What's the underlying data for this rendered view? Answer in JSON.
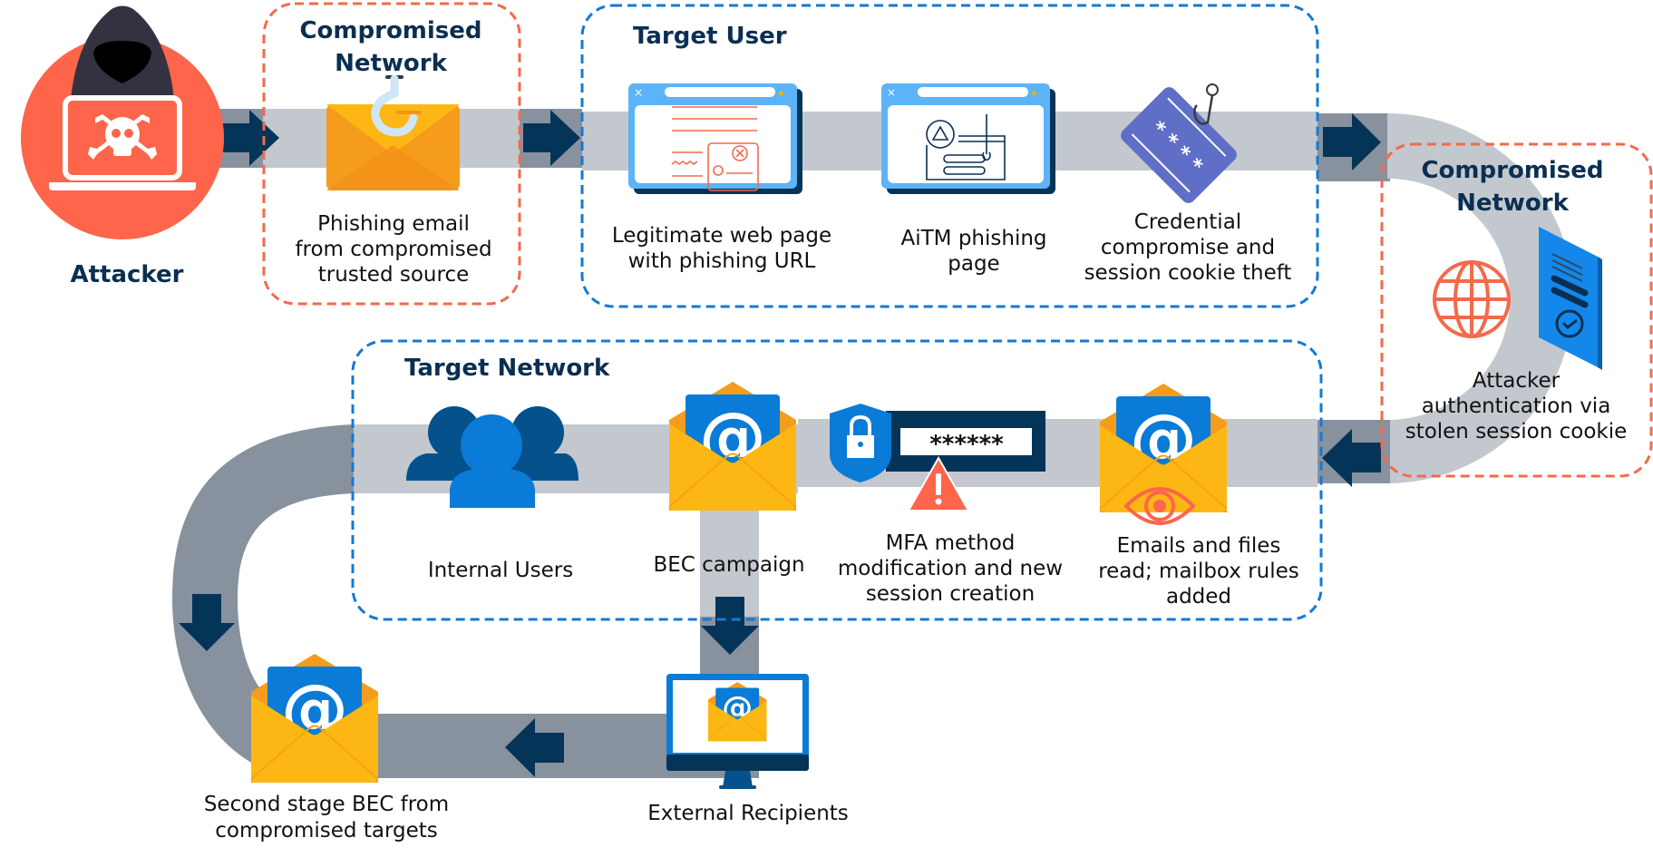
{
  "diagram": {
    "colors": {
      "band_light": "#c3c8cf",
      "band_dark": "#88919e",
      "arrow": "#053459",
      "compromised_border": "#f36a4c",
      "target_border": "#1479d4",
      "title_text": "#0b2f52",
      "label_text": "#111111",
      "attacker_red": "#fe654a",
      "envelope_yellow": "#fdb714",
      "envelope_orange": "#f59c1c",
      "mail_blue": "#0a7bd6"
    },
    "nodes": {
      "attacker": {
        "label": "Attacker",
        "icon": "hacker-laptop-skull-icon"
      },
      "phishing_email": {
        "label_lines": [
          "Phishing email",
          "from compromised",
          "trusted source"
        ],
        "icon": "envelope-hook-icon"
      },
      "legit_page": {
        "label_lines": [
          "Legitimate web page",
          "with phishing URL"
        ],
        "icon": "browser-document-icon"
      },
      "aitm_page": {
        "label_lines": [
          "AiTM phishing",
          "page"
        ],
        "icon": "browser-login-warning-icon"
      },
      "credential": {
        "label_lines": [
          "Credential",
          "compromise and",
          "session cookie theft"
        ],
        "icon": "password-card-hook-icon"
      },
      "attacker_auth": {
        "label_lines": [
          "Attacker",
          "authentication via",
          "stolen session cookie"
        ],
        "icon": "globe-document-check-icon"
      },
      "mailbox_read": {
        "label_lines": [
          "Emails and files",
          "read; mailbox rules",
          "added"
        ],
        "icon": "envelope-eye-icon"
      },
      "mfa_mod": {
        "label_lines": [
          "MFA method",
          "modification and new",
          "session creation"
        ],
        "icon": "shield-password-warning-icon",
        "password_mask": "******"
      },
      "bec_campaign": {
        "label": "BEC campaign",
        "icon": "envelope-at-icon"
      },
      "internal_users": {
        "label": "Internal Users",
        "icon": "users-group-icon"
      },
      "external_recipients": {
        "label": "External Recipients",
        "icon": "monitor-envelope-icon"
      },
      "second_stage": {
        "label_lines": [
          "Second stage BEC from",
          "compromised targets"
        ],
        "icon": "envelope-at-icon"
      }
    },
    "groups": {
      "compromised_1": {
        "title_lines": [
          "Compromised",
          "Network"
        ]
      },
      "target_user": {
        "title": "Target User"
      },
      "compromised_2": {
        "title_lines": [
          "Compromised",
          "Network"
        ]
      },
      "target_network": {
        "title": "Target Network"
      }
    }
  }
}
